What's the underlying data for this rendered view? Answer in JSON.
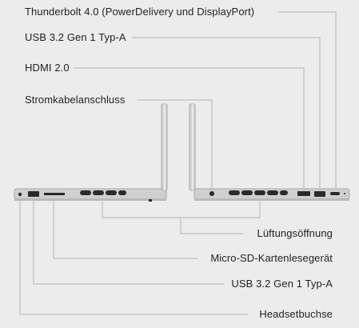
{
  "labels": {
    "thunderbolt": "Thunderbolt 4.0 (PowerDelivery und DisplayPort)",
    "usb_right": "USB 3.2 Gen 1 Typ-A",
    "hdmi": "HDMI 2.0",
    "power": "Stromkabelanschluss",
    "vent": "Lüftungsöffnung",
    "microsd": "Micro-SD-Kartenlesegerät",
    "usb_left": "USB 3.2 Gen 1 Typ-A",
    "headset": "Headsetbuchse"
  },
  "colors": {
    "background": "#ececec",
    "leader_line": "#b5b5b5",
    "chassis": "#c9c9c9",
    "port": "#2a2a2a"
  }
}
